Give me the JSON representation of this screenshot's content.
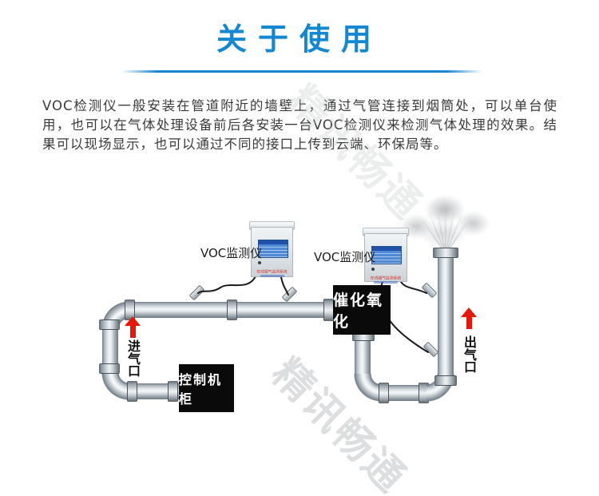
{
  "colors": {
    "title_blue": "#1487d2",
    "divider_blue": "#1786d1",
    "arrow_red": "#e8150b",
    "equipment_box_black": "#0a0a0a",
    "pipe_metal_light": "#f4f7f8",
    "pipe_metal_dark": "#717b84",
    "watermark_gray": "#bcbfc1",
    "monitor_screen_blue": "#4e8ad6",
    "monitor_red_text": "#d8302a"
  },
  "header": {
    "title": "关于使用"
  },
  "intro": {
    "text": "VOC检测仪一般安装在管道附近的墙壁上，通过气管连接到烟筒处，可以单台使用，也可以在气体处理设备前后各安装一台VOC检测仪来检测气体处理的效果。结果可以现场显示，也可以通过不同的接口上传到云端、环保局等。"
  },
  "diagram": {
    "monitors": [
      {
        "label": "VOC监测仪",
        "device_red_text": "在线烟气监测系统"
      },
      {
        "label": "VOC监测仪",
        "device_red_text": "在线烟气监测系统"
      }
    ],
    "catalytic_label": "催化氧化",
    "control_label": "控制机柜",
    "inlet_label": "进气口",
    "outlet_label": "出气口"
  },
  "watermark": {
    "text": "精讯畅通"
  }
}
